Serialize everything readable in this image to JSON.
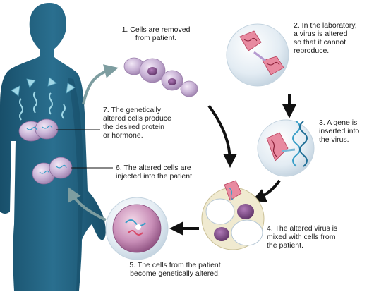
{
  "steps": [
    {
      "id": "step1",
      "text": "1. Cells are removed\nfrom patient."
    },
    {
      "id": "step2",
      "text": "2. In the laboratory,\na virus is altered\nso that it cannot\nreproduce."
    },
    {
      "id": "step3",
      "text": "3. A gene is\ninserted into\nthe virus."
    },
    {
      "id": "step4",
      "text": "4. The altered virus is\nmixed with cells from\nthe patient."
    },
    {
      "id": "step5",
      "text": "5. The cells from the patient\nbecome genetically altered."
    },
    {
      "id": "step6",
      "text": "6. The altered cells are\ninjected into the patient."
    },
    {
      "id": "step7",
      "text": "7. The genetically\naltered cells produce\nthe desired protein\nor hormone."
    }
  ],
  "colors": {
    "body": "#1f5f7e",
    "body_shadow": "#154a64",
    "cell": "#c9b3d6",
    "cell_nucleus": "#7a4a82",
    "sphere": "#e4eef5",
    "sphere_edge": "#c3d3df",
    "dna": "#3a9fc8",
    "virus": "#d8607a",
    "arrow": "#111111",
    "arrow_soft": "#7d9da0",
    "protein": "#8fd0e0"
  }
}
